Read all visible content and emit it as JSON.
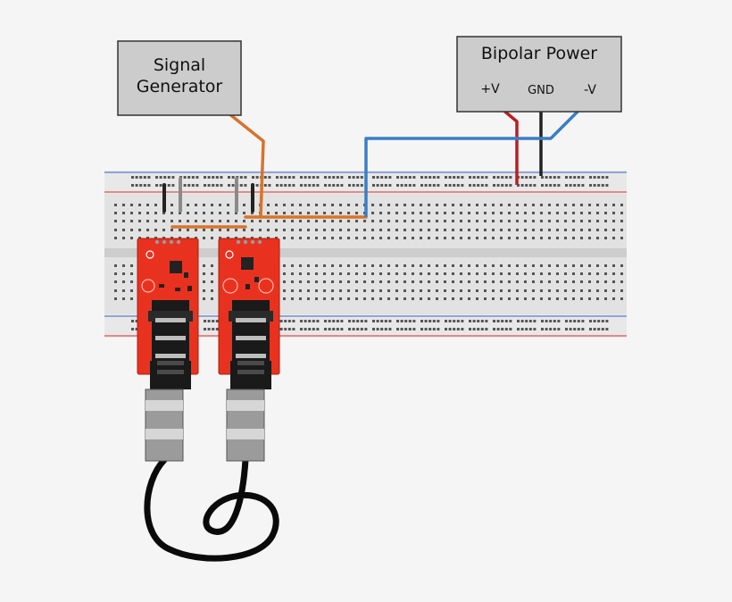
{
  "labels": {
    "signal_generator_line1": "Signal",
    "signal_generator_line2": "Generator",
    "bipolar_power": "Bipolar Power",
    "plus_v": "+V",
    "gnd": "GND",
    "minus_v": "-V"
  },
  "colors": {
    "background": "#f5f5f5",
    "box_fill": "#cccccc",
    "box_stroke": "#333333",
    "breadboard": "#e0e0e0",
    "breadboard_channel": "#cdcdcd",
    "rail_red": "#d9534f",
    "rail_blue": "#5b7ec9",
    "wire_orange": "#d8732b",
    "wire_red": "#b52020",
    "wire_black": "#222222",
    "wire_blue": "#3a7ec4",
    "wire_gray": "#8a8a8a",
    "board_red": "#e8321f",
    "jack_black": "#1a1a1a",
    "plug_gray": "#9b9b9b",
    "cable_black": "#0a0a0a"
  },
  "icons": [
    "signal-generator-box",
    "bipolar-power-box",
    "breadboard",
    "audio-jack-breakout-board",
    "audio-plug",
    "patch-cable"
  ]
}
